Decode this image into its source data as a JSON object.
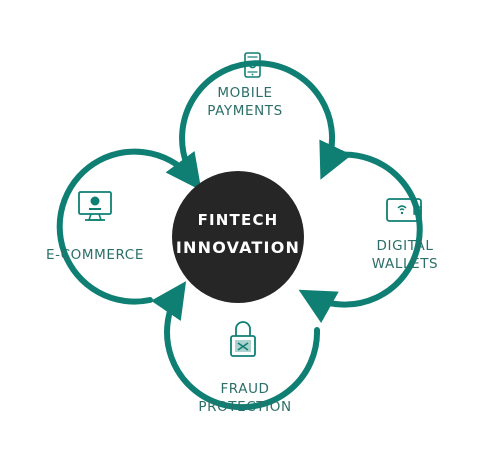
{
  "center": {
    "line1": "FINTECH",
    "line2": "INNOVATION"
  },
  "nodes": {
    "top": {
      "line1": "MOBILE",
      "line2": "PAYMENTS",
      "icon": "mobile-phone-icon"
    },
    "right": {
      "line1": "DIGITAL",
      "line2": "WALLETS",
      "icon": "wallet-icon"
    },
    "bottom": {
      "line1": "FRAUD",
      "line2": "PROTECTION",
      "icon": "padlock-icon"
    },
    "left": {
      "line1": "E-COMMERCE",
      "icon": "computer-monitor-icon"
    }
  },
  "colors": {
    "teal": "#0f7f73",
    "center_fill": "#262626",
    "label_text": "#2c6f68"
  }
}
